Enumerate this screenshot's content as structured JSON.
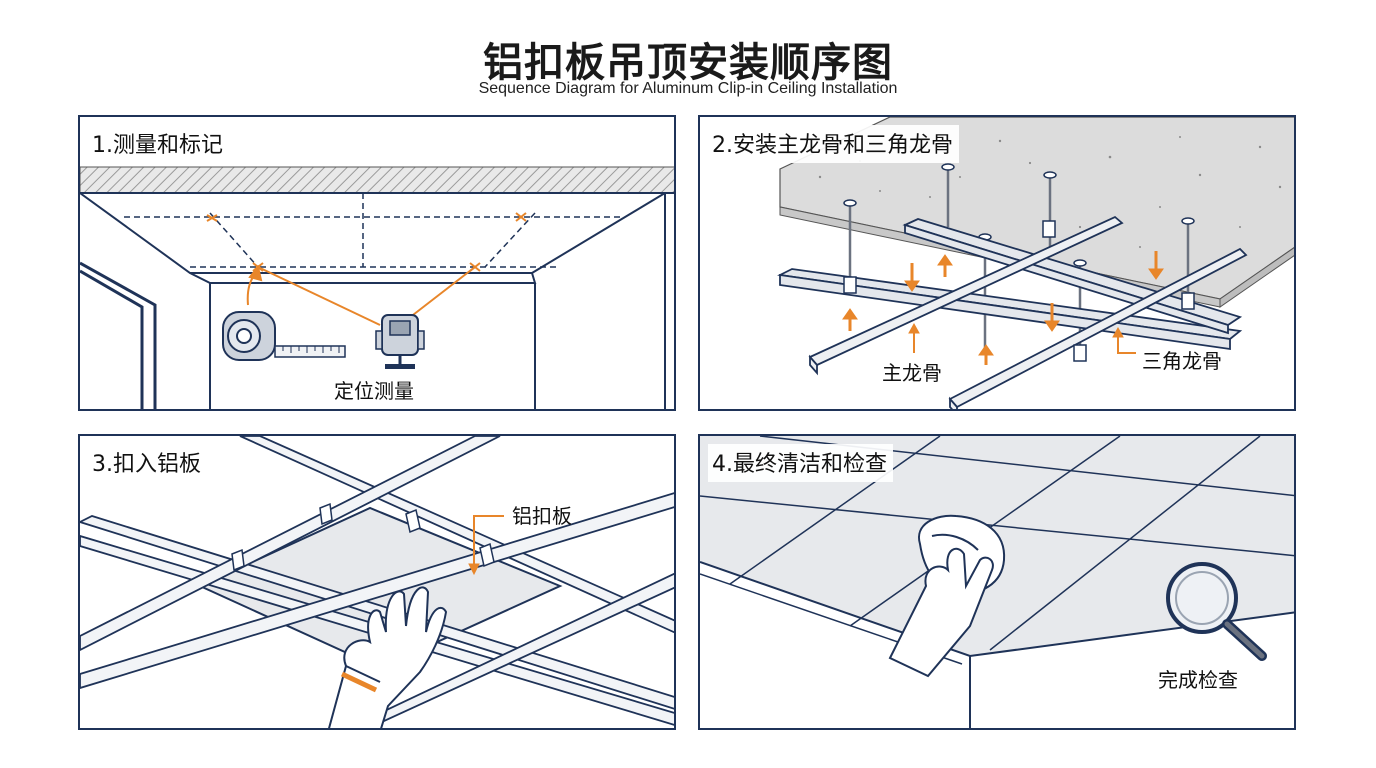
{
  "header": {
    "title": "铝扣板吊顶安装顺序图",
    "subtitle": "Sequence Diagram for Aluminum Clip-in Ceiling Installation"
  },
  "colors": {
    "frame": "#1f3358",
    "accent": "#e8862a",
    "panel_fill": "#e7e9ec",
    "concrete": "#d9d9d9"
  },
  "steps": [
    {
      "title": "1.测量和标记",
      "labels": {
        "positioning": "定位测量"
      },
      "icons": [
        "tape-measure-icon",
        "laser-level-icon"
      ]
    },
    {
      "title": "2.安装主龙骨和三角龙骨",
      "labels": {
        "main_keel": "主龙骨",
        "triangle_keel": "三角龙骨"
      }
    },
    {
      "title": "3.扣入铝板",
      "labels": {
        "aluminum_panel": "铝扣板"
      },
      "icons": [
        "gloved-hand-icon"
      ]
    },
    {
      "title": "4.最终清洁和检查",
      "labels": {
        "inspection_done": "完成检查"
      },
      "icons": [
        "cleaning-cloth-icon",
        "magnifier-icon"
      ]
    }
  ]
}
